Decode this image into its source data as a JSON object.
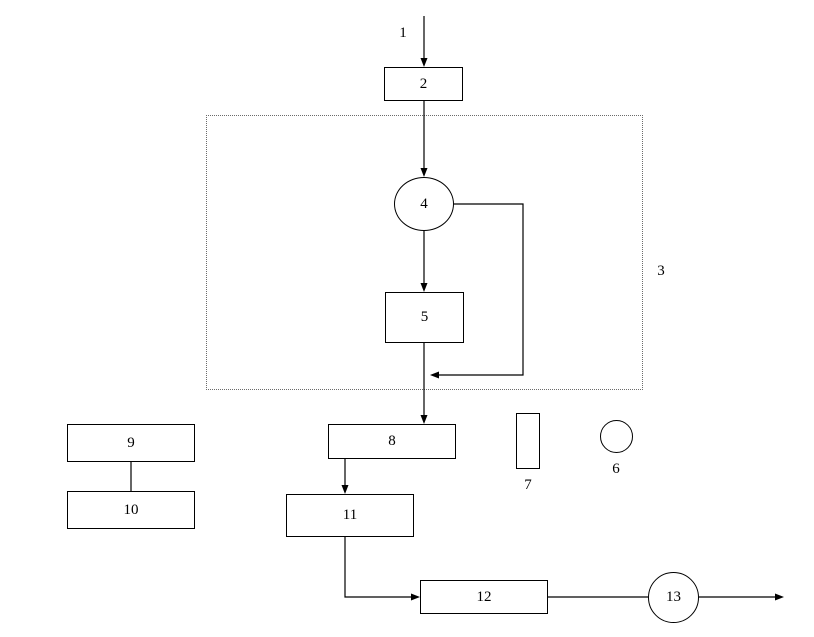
{
  "diagram": {
    "colors": {
      "background": "#ffffff",
      "stroke": "#000000",
      "dotted_border": "#6b6b6b"
    },
    "nodes": {
      "start_label": {
        "label": "1",
        "type": "edge-label"
      },
      "box2": {
        "label": "2",
        "type": "rect"
      },
      "group3": {
        "label": "3",
        "type": "dotted-group",
        "label_position": "outside-right"
      },
      "circle4": {
        "label": "4",
        "type": "circle"
      },
      "box5": {
        "label": "5",
        "type": "rect"
      },
      "circle6": {
        "label": "6",
        "type": "small-circle",
        "label_position": "below"
      },
      "box7": {
        "label": "7",
        "type": "narrow-rect",
        "label_position": "below"
      },
      "box8": {
        "label": "8",
        "type": "rect"
      },
      "box9": {
        "label": "9",
        "type": "rect"
      },
      "box10": {
        "label": "10",
        "type": "rect"
      },
      "box11": {
        "label": "11",
        "type": "rect"
      },
      "box12": {
        "label": "12",
        "type": "rect"
      },
      "circle13": {
        "label": "13",
        "type": "circle"
      }
    },
    "edges": [
      {
        "from": "start",
        "to": "box2",
        "arrow": true,
        "label": "1"
      },
      {
        "from": "box2",
        "to": "circle4",
        "arrow": true
      },
      {
        "from": "circle4",
        "to": "box5",
        "arrow": true
      },
      {
        "from": "circle4",
        "to": "line-5-to-8",
        "arrow": true,
        "note": "feedback loop via right side"
      },
      {
        "from": "box5",
        "to": "box8",
        "arrow": true
      },
      {
        "from": "box8",
        "to": "box11",
        "arrow": true
      },
      {
        "from": "box11",
        "to": "box12",
        "arrow": true
      },
      {
        "from": "box12",
        "to": "circle13",
        "arrow": false
      },
      {
        "from": "circle13",
        "to": "exit-right",
        "arrow": true
      },
      {
        "from": "box9",
        "to": "box10",
        "arrow": false
      }
    ]
  }
}
